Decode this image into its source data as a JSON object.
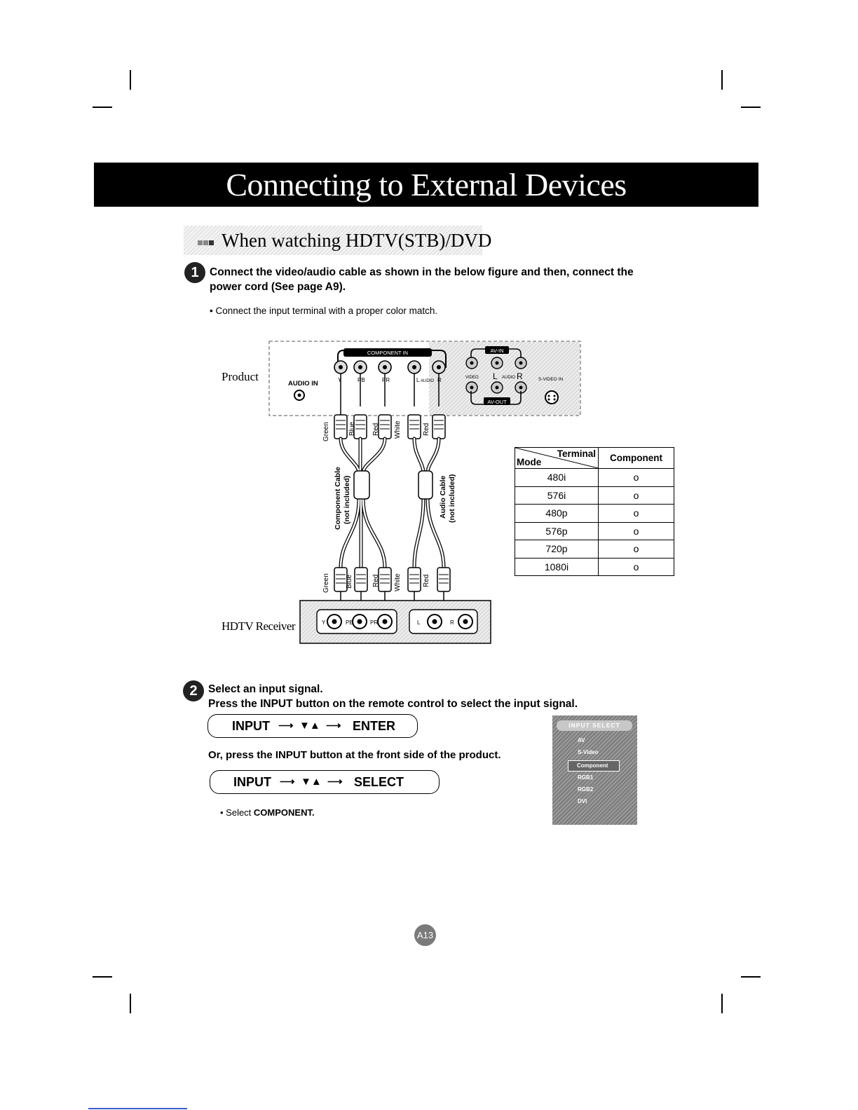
{
  "header": {
    "title": "Connecting to External Devices"
  },
  "section": {
    "title": "When watching HDTV(STB)/DVD"
  },
  "step1": {
    "number": "1",
    "text_line1": "Connect the video/audio cable as shown in the below figure and then, connect the",
    "text_line2": "power cord (See page A9).",
    "note": "• Connect the input terminal with a proper color match."
  },
  "diagram": {
    "product_label": "Product",
    "receiver_label": "HDTV Receiver",
    "audio_in_label": "AUDIO IN",
    "component_in_label": "COMPONENT IN",
    "component_port_labels": [
      "Y",
      "PB",
      "PR",
      "L",
      "AUDIO",
      "R"
    ],
    "av_in_label": "AV-IN",
    "av_out_label": "AV-OUT",
    "av_port_labels": [
      "VIDEO",
      "L",
      "AUDIO",
      "R"
    ],
    "svideo_label": "S-VIDEO IN",
    "cable_colors": [
      "Green",
      "Blue",
      "Red",
      "White",
      "Red"
    ],
    "component_cable": "Component Cable",
    "component_cable_note": "(not included)",
    "audio_cable": "Audio Cable",
    "audio_cable_note": "(not included)",
    "receiver_ports_video": [
      "Y",
      "PB",
      "PR"
    ],
    "receiver_ports_audio": [
      "L",
      "R"
    ]
  },
  "mode_table": {
    "header_terminal": "Terminal",
    "header_mode": "Mode",
    "header_component": "Component",
    "rows": [
      {
        "mode": "480i",
        "value": "o"
      },
      {
        "mode": "576i",
        "value": "o"
      },
      {
        "mode": "480p",
        "value": "o"
      },
      {
        "mode": "576p",
        "value": "o"
      },
      {
        "mode": "720p",
        "value": "o"
      },
      {
        "mode": "1080i",
        "value": "o"
      }
    ]
  },
  "step2": {
    "number": "2",
    "line1": "Select an input signal.",
    "line2": "Press the INPUT button on the remote control to select the input signal.",
    "cmd1": {
      "a": "INPUT",
      "b": "ENTER"
    },
    "or_text": "Or, press the INPUT button at the front side of the product.",
    "cmd2": {
      "a": "INPUT",
      "b": "SELECT"
    },
    "note_prefix": "• Select ",
    "note_value": "COMPONENT."
  },
  "osd": {
    "title": "INPUT SELECT",
    "items": [
      "AV",
      "S-Video",
      "Component",
      "RGB1",
      "RGB2",
      "DVI"
    ],
    "selected": "Component"
  },
  "page_number": "A13"
}
